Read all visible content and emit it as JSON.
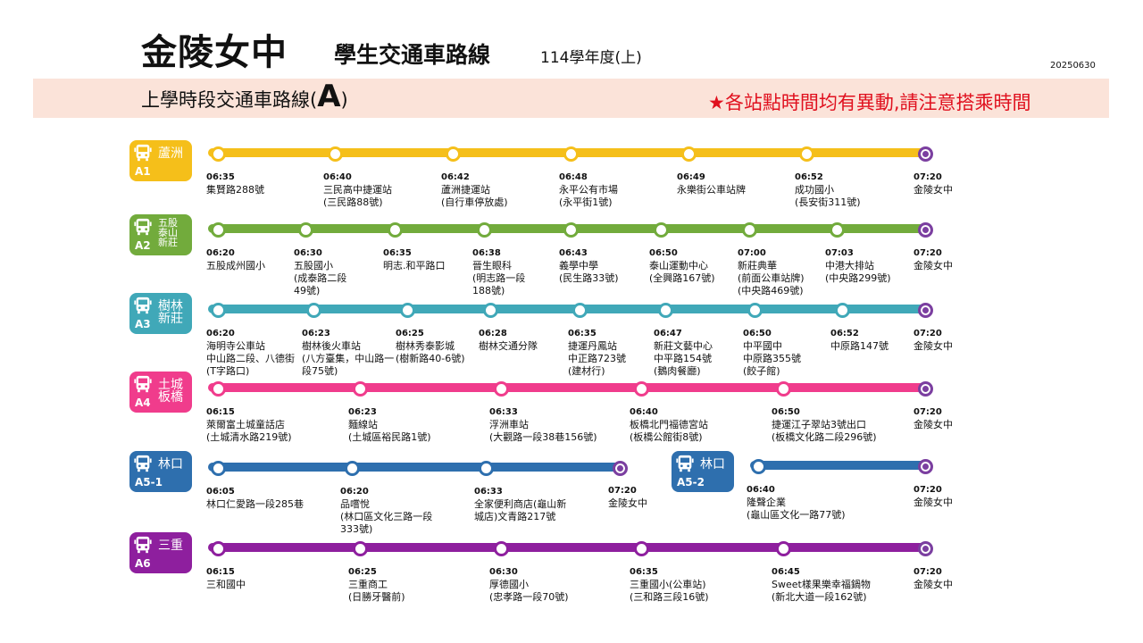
{
  "header": {
    "title": "金陵女中",
    "subtitle": "學生交通車路線",
    "year": "114學年度(上)",
    "date": "20250630"
  },
  "banner": {
    "left_text": "上學時段交通車路線(",
    "left_big": "A",
    "left_end": ")",
    "notice": "★各站點時間均有異動,請注意搭乘時間"
  },
  "colors": {
    "A1": "#f5bf1a",
    "A2": "#72ab3c",
    "A3": "#40a8b8",
    "A4": "#f03c8c",
    "A5": "#2e6fae",
    "A6": "#8e1f9e",
    "terminal": "#7b3fa0"
  },
  "routes": [
    {
      "code": "A1",
      "area": "蘆洲",
      "stops": [
        {
          "time": "06:35",
          "desc": "集賢路288號"
        },
        {
          "time": "06:40",
          "desc": "三民高中捷運站\n(三民路88號)"
        },
        {
          "time": "06:42",
          "desc": "蘆洲捷運站\n(自行車停放處)"
        },
        {
          "time": "06:48",
          "desc": "永平公有市場\n(永平街1號)"
        },
        {
          "time": "06:49",
          "desc": "永樂街公車站牌"
        },
        {
          "time": "06:52",
          "desc": "成功國小\n(長安街311號)"
        },
        {
          "time": "07:20",
          "desc": "金陵女中"
        }
      ]
    },
    {
      "code": "A2",
      "area": "五股\n泰山\n新莊",
      "stops": [
        {
          "time": "06:20",
          "desc": "五股成州國小"
        },
        {
          "time": "06:30",
          "desc": "五股國小\n(成泰路二段\n49號)"
        },
        {
          "time": "06:35",
          "desc": "明志.和平路口"
        },
        {
          "time": "06:38",
          "desc": "晉生眼科\n(明志路一段\n188號)"
        },
        {
          "time": "06:43",
          "desc": "義學中學\n(民生路33號)"
        },
        {
          "time": "06:50",
          "desc": "泰山運動中心\n(全興路167號)"
        },
        {
          "time": "07:00",
          "desc": "新莊典華\n(前面公車站牌)\n(中央路469號)"
        },
        {
          "time": "07:03",
          "desc": "中港大排站\n(中央路299號)"
        },
        {
          "time": "07:20",
          "desc": "金陵女中"
        }
      ]
    },
    {
      "code": "A3",
      "area": "樹林\n新莊",
      "stops": [
        {
          "time": "06:20",
          "desc": "海明寺公車站\n中山路二段、八德街\n(T字路口)"
        },
        {
          "time": "06:23",
          "desc": "樹林後火車站\n(八方臺集，中山路一\n段75號)"
        },
        {
          "time": "06:25",
          "desc": "樹林秀泰影城\n(樹新路40-6號)"
        },
        {
          "time": "06:28",
          "desc": "樹林交通分隊"
        },
        {
          "time": "06:35",
          "desc": "捷運丹鳳站\n中正路723號\n(建材行)"
        },
        {
          "time": "06:47",
          "desc": "新莊文藝中心\n中平路154號\n(鵝肉餐廳)"
        },
        {
          "time": "06:50",
          "desc": "中平國中\n中原路355號\n(餃子館)"
        },
        {
          "time": "06:52",
          "desc": "中原路147號"
        },
        {
          "time": "07:20",
          "desc": "金陵女中"
        }
      ]
    },
    {
      "code": "A4",
      "area": "土城\n板橋",
      "stops": [
        {
          "time": "06:15",
          "desc": "萊爾富土城童話店\n(土城清水路219號)"
        },
        {
          "time": "06:23",
          "desc": "麵線站\n(土城區裕民路1號)"
        },
        {
          "time": "06:33",
          "desc": "浮洲車站\n(大觀路一段38巷156號)"
        },
        {
          "time": "06:40",
          "desc": "板橋北門福德宮站\n(板橋公館街8號)"
        },
        {
          "time": "06:50",
          "desc": "捷運江子翠站3號出口\n(板橋文化路二段296號)"
        },
        {
          "time": "07:20",
          "desc": "金陵女中"
        }
      ]
    },
    {
      "code": "A5-1",
      "area": "林口",
      "stops": [
        {
          "time": "06:05",
          "desc": "林口仁愛路一段285巷"
        },
        {
          "time": "06:20",
          "desc": "品嚐悅\n(林口區文化三路一段\n333號)"
        },
        {
          "time": "06:33",
          "desc": "全家便利商店(龜山新\n城店)文青路217號"
        },
        {
          "time": "07:20",
          "desc": "金陵女中"
        }
      ]
    },
    {
      "code": "A5-2",
      "area": "林口",
      "stops": [
        {
          "time": "06:40",
          "desc": "隆聲企業\n(龜山區文化一路77號)"
        },
        {
          "time": "07:20",
          "desc": "金陵女中"
        }
      ]
    },
    {
      "code": "A6",
      "area": "三重",
      "stops": [
        {
          "time": "06:15",
          "desc": "三和國中"
        },
        {
          "time": "06:25",
          "desc": "三重商工\n(日勝牙醫前)"
        },
        {
          "time": "06:30",
          "desc": "厚德國小\n(忠孝路一段70號)"
        },
        {
          "time": "06:35",
          "desc": "三重國小(公車站)\n(三和路三段16號)"
        },
        {
          "time": "06:45",
          "desc": "Sweet樣果樂幸福鍋物\n(新北大道一段162號)"
        },
        {
          "time": "07:20",
          "desc": "金陵女中"
        }
      ]
    }
  ]
}
